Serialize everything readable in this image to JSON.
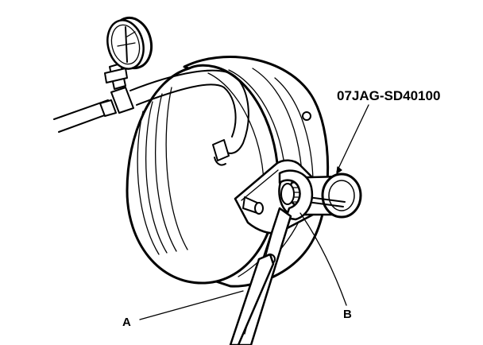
{
  "labels": {
    "tool_part_number": "07JAG-SD40100",
    "callout_a": "A",
    "callout_b": "B"
  }
}
